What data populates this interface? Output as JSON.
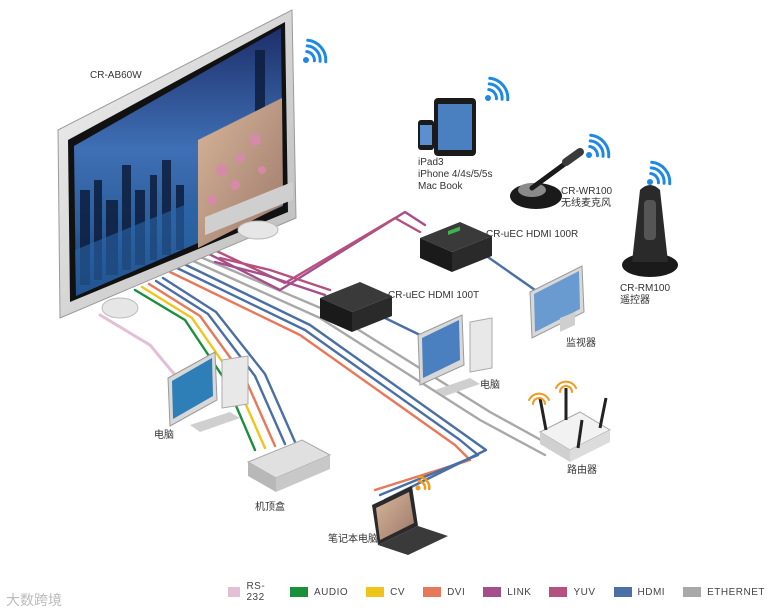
{
  "devices": {
    "tv": "CR-AB60W",
    "ipad": "iPad3\niPhone 4/4s/5/5s\nMac Book",
    "mic": "CR-WR100\n无线麦克风",
    "receiver": "CR-uEC HDMI 100R",
    "transmitter": "CR-uEC HDMI 100T",
    "remote": "CR-RM100\n遥控器",
    "monitor": "监视器",
    "pc_right": "电脑",
    "pc_left": "电脑",
    "router": "路由器",
    "settop": "机顶盒",
    "laptop": "笔记本电脑"
  },
  "legend": [
    {
      "label": "RS-232",
      "color": "#e3bfd6"
    },
    {
      "label": "AUDIO",
      "color": "#1b8f3a"
    },
    {
      "label": "CV",
      "color": "#f0c419"
    },
    {
      "label": "DVI",
      "color": "#e8785a"
    },
    {
      "label": "LINK",
      "color": "#a64d8c"
    },
    {
      "label": "YUV",
      "color": "#b6517e"
    },
    {
      "label": "HDMI",
      "color": "#4a6fa5"
    },
    {
      "label": "ETHERNET",
      "color": "#a8a8a8"
    }
  ],
  "watermark": "大数跨境"
}
